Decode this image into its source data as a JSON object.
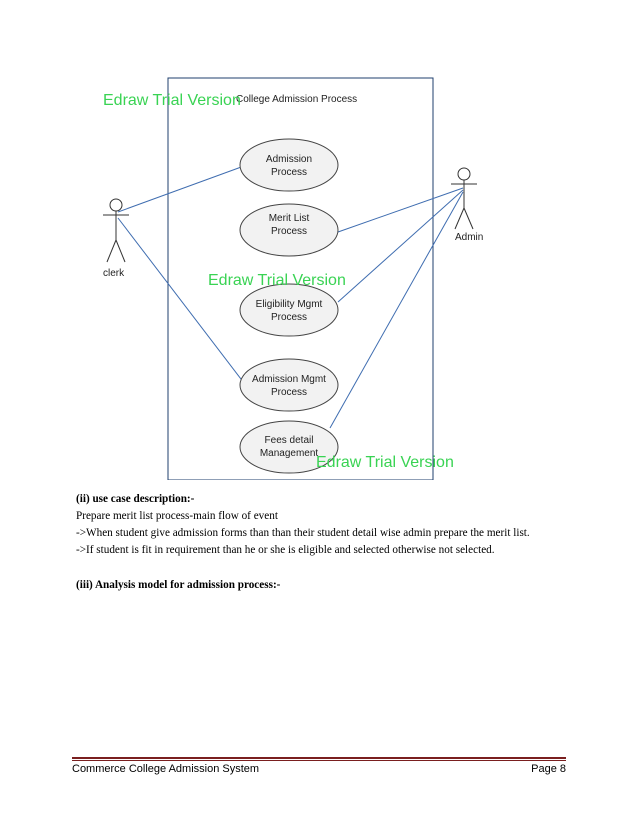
{
  "diagram": {
    "boundary_title": "College Admission Process",
    "actors": {
      "clerk": "clerk",
      "admin": "Admin"
    },
    "use_cases": [
      {
        "line1": "Admission",
        "line2": "Process"
      },
      {
        "line1": "Merit List",
        "line2": "Process"
      },
      {
        "line1": "Eligibility Mgmt",
        "line2": "Process"
      },
      {
        "line1": "Admission Mgmt",
        "line2": "Process"
      },
      {
        "line1": "Fees detail",
        "line2": "Management"
      }
    ],
    "watermark": "Edraw Trial Version",
    "colors": {
      "boundary": "#1f3f6e",
      "association": "#3f6db0",
      "watermark": "#39d353"
    }
  },
  "description": {
    "heading": "(ii) use case description:-",
    "lines": [
      "Prepare merit list process-main flow of event",
      "->When student give admission forms than than their student detail wise admin prepare the merit list.",
      "->If student is fit in requirement than he or she is eligible and selected otherwise not selected."
    ],
    "section_heading": "(iii) Analysis model for admission process:-"
  },
  "footer": {
    "title": "Commerce College Admission System",
    "page": "Page 8"
  }
}
